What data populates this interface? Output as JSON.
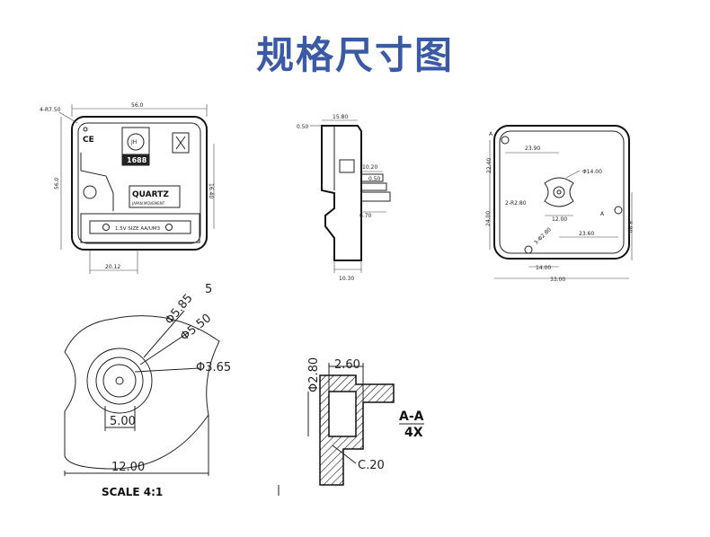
{
  "title": "规格尺寸图",
  "front_view": {
    "radius": "4-R7.50",
    "width": "56.0",
    "height": "56.0",
    "right_dim": "16.40",
    "bottom_dim": "20.12",
    "brand": "JH",
    "model": "1688",
    "ce": "CE",
    "label": "QUARTZ",
    "sublabel": "JAPAN MOVEMENT",
    "battery": "1.5V SIZE AA/UM3"
  },
  "side_view": {
    "top": "15.80",
    "left_top": "0.50",
    "d1": "10.20",
    "d2": "0.50",
    "d3": "6.70",
    "bottom": "10.30"
  },
  "back_view": {
    "d_23_90": "23.90",
    "d_22_40": "22.40",
    "d_phi14": "Φ14.00",
    "d_r2_80": "2-R2.80",
    "d_12_00": "12.00",
    "d_24_00": "24.00",
    "d_23_60": "23.60",
    "d_8_80": "8.80",
    "d_phi2_80": "3-Φ2.80",
    "d_14_00": "14.00",
    "d_33_00": "33.00",
    "section_a": "A"
  },
  "detail_view": {
    "d1": "Φ5.85",
    "d2": "Φ5.50",
    "d3": "Φ3.65",
    "d4": "5.00",
    "d5": "12.00",
    "scale": "SCALE 4:1",
    "stray": "5"
  },
  "section_view": {
    "d1": "2.60",
    "d2": "Φ2.80",
    "chamfer": "C.20",
    "label": "A-A",
    "scale": "4X"
  }
}
